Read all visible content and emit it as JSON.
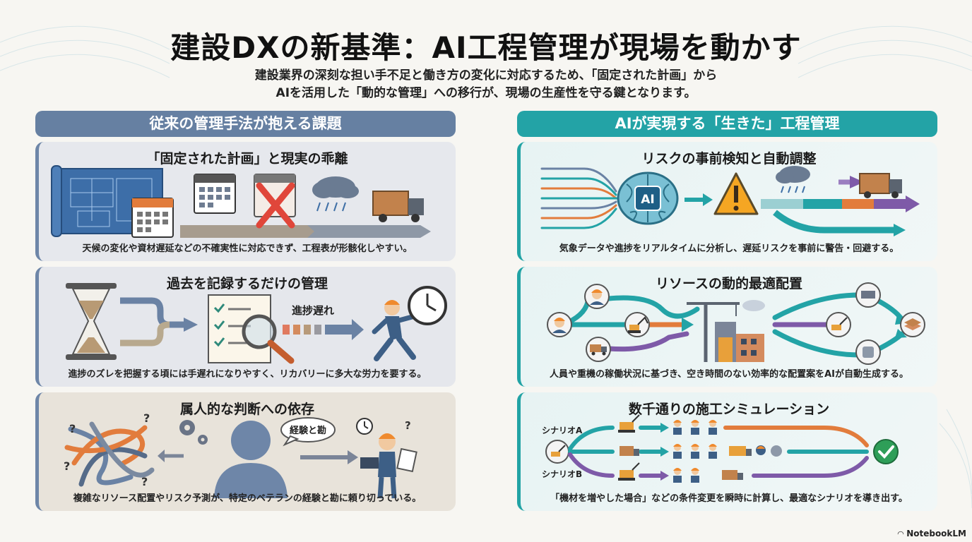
{
  "title": "建設DXの新基準：AI工程管理が現場を動かす",
  "subtitle_line1": "建設業界の深刻な担い手不足と働き方の変化に対応するため、「固定された計画」から",
  "subtitle_line2": "AIを活用した「動的な管理」への移行が、現場の生産性を守る鍵となります。",
  "left_column": {
    "header": "従来の管理手法が抱える課題",
    "panels": [
      {
        "title": "「固定された計画」と現実の乖離",
        "caption": "天候の変化や資材遅延などの不確実性に対応できず、工程表が形骸化しやすい。"
      },
      {
        "title": "過去を記録するだけの管理",
        "caption": "進捗のズレを把握する頃には手遅れになりやすく、リカバリーに多大な労力を要する。",
        "label": "進捗遅れ"
      },
      {
        "title": "属人的な判断への依存",
        "caption": "複雑なリソース配置やリスク予測が、特定のベテランの経験と勘に頼り切っている。",
        "bubble": "経験と勘"
      }
    ]
  },
  "right_column": {
    "header": "AIが実現する「生きた」工程管理",
    "panels": [
      {
        "title": "リスクの事前検知と自動調整",
        "caption": "気象データや進捗をリアルタイムに分析し、遅延リスクを事前に警告・回避する。",
        "ai_label": "AI"
      },
      {
        "title": "リソースの動的最適配置",
        "caption": "人員や重機の稼働状況に基づき、空き時間のない効率的な配置案をAIが自動生成する。"
      },
      {
        "title": "数千通りの施工シミュレーション",
        "caption": "「機材を増やした場合」などの条件変更を瞬時に計算し、最適なシナリオを導き出す。",
        "scenario_a": "シナリオA",
        "scenario_b": "シナリオB"
      }
    ]
  },
  "brand": "NotebookLM",
  "colors": {
    "left_accent": "#6680a2",
    "right_accent": "#23a3a6",
    "orange": "#ef7d3a",
    "purple": "#7e5aa8",
    "warning": "#f5a623"
  }
}
